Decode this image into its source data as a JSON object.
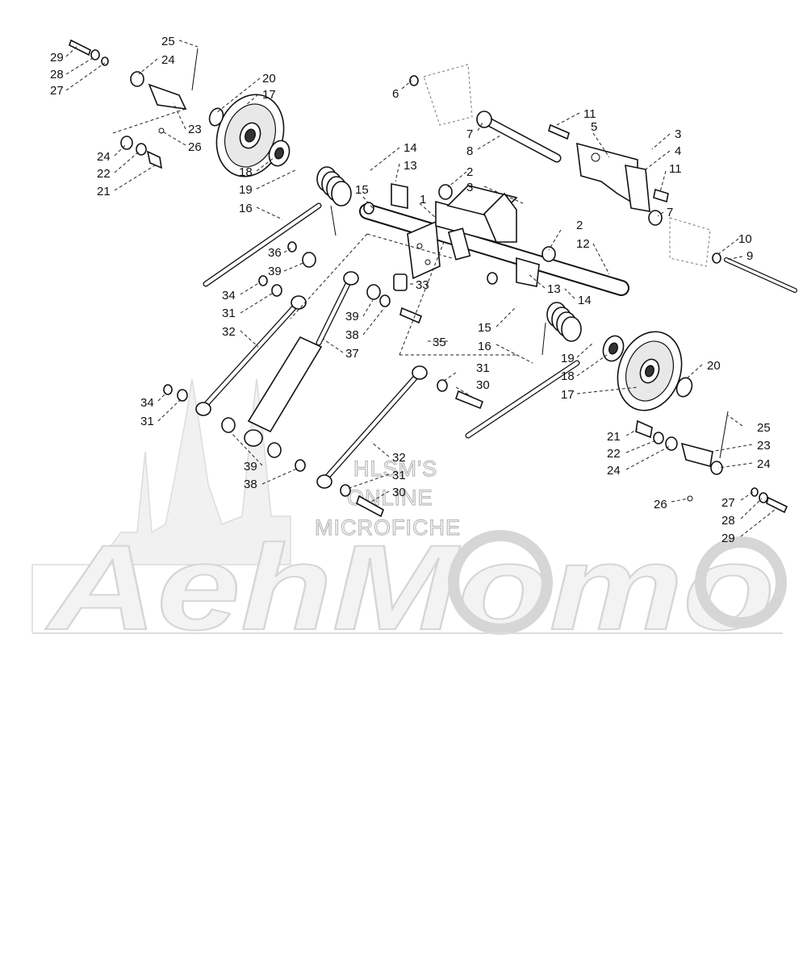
{
  "diagram": {
    "callouts": [
      {
        "id": "c29a",
        "text": "29"
      },
      {
        "id": "c28a",
        "text": "28"
      },
      {
        "id": "c27a",
        "text": "27"
      },
      {
        "id": "c25a",
        "text": "25"
      },
      {
        "id": "c24a",
        "text": "24"
      },
      {
        "id": "c20a",
        "text": "20"
      },
      {
        "id": "c17a",
        "text": "17"
      },
      {
        "id": "c23a",
        "text": "23"
      },
      {
        "id": "c26a",
        "text": "26"
      },
      {
        "id": "c24b",
        "text": "24"
      },
      {
        "id": "c22a",
        "text": "22"
      },
      {
        "id": "c21a",
        "text": "21"
      },
      {
        "id": "c18a",
        "text": "18"
      },
      {
        "id": "c19a",
        "text": "19"
      },
      {
        "id": "c16a",
        "text": "16"
      },
      {
        "id": "c15a",
        "text": "15"
      },
      {
        "id": "c14a",
        "text": "14"
      },
      {
        "id": "c13a",
        "text": "13"
      },
      {
        "id": "c1",
        "text": "1"
      },
      {
        "id": "c2a",
        "text": "2"
      },
      {
        "id": "c3a",
        "text": "3"
      },
      {
        "id": "c6",
        "text": "6"
      },
      {
        "id": "c7a",
        "text": "7"
      },
      {
        "id": "c8",
        "text": "8"
      },
      {
        "id": "c11a",
        "text": "11"
      },
      {
        "id": "c5",
        "text": "5"
      },
      {
        "id": "c3b",
        "text": "3"
      },
      {
        "id": "c4",
        "text": "4"
      },
      {
        "id": "c11b",
        "text": "11"
      },
      {
        "id": "c7b",
        "text": "7"
      },
      {
        "id": "c2b",
        "text": "2"
      },
      {
        "id": "c12",
        "text": "12"
      },
      {
        "id": "c10",
        "text": "10"
      },
      {
        "id": "c9",
        "text": "9"
      },
      {
        "id": "c36",
        "text": "36"
      },
      {
        "id": "c39a",
        "text": "39"
      },
      {
        "id": "c34a",
        "text": "34"
      },
      {
        "id": "c31a",
        "text": "31"
      },
      {
        "id": "c32a",
        "text": "32"
      },
      {
        "id": "c33",
        "text": "33"
      },
      {
        "id": "c39b",
        "text": "39"
      },
      {
        "id": "c38a",
        "text": "38"
      },
      {
        "id": "c37",
        "text": "37"
      },
      {
        "id": "c35",
        "text": "35"
      },
      {
        "id": "c13b",
        "text": "13"
      },
      {
        "id": "c14b",
        "text": "14"
      },
      {
        "id": "c15b",
        "text": "15"
      },
      {
        "id": "c16b",
        "text": "16"
      },
      {
        "id": "c19b",
        "text": "19"
      },
      {
        "id": "c18b",
        "text": "18"
      },
      {
        "id": "c17b",
        "text": "17"
      },
      {
        "id": "c20b",
        "text": "20"
      },
      {
        "id": "c31b",
        "text": "31"
      },
      {
        "id": "c30a",
        "text": "30"
      },
      {
        "id": "c34b",
        "text": "34"
      },
      {
        "id": "c31c",
        "text": "31"
      },
      {
        "id": "c25b",
        "text": "25"
      },
      {
        "id": "c21b",
        "text": "21"
      },
      {
        "id": "c22b",
        "text": "22"
      },
      {
        "id": "c23b",
        "text": "23"
      },
      {
        "id": "c24c",
        "text": "24"
      },
      {
        "id": "c24d",
        "text": "24"
      },
      {
        "id": "c39c",
        "text": "39"
      },
      {
        "id": "c38b",
        "text": "38"
      },
      {
        "id": "c32b",
        "text": "32"
      },
      {
        "id": "c31d",
        "text": "31"
      },
      {
        "id": "c30b",
        "text": "30"
      },
      {
        "id": "c26b",
        "text": "26"
      },
      {
        "id": "c27b",
        "text": "27"
      },
      {
        "id": "c28b",
        "text": "28"
      },
      {
        "id": "c29b",
        "text": "29"
      }
    ]
  },
  "watermark": {
    "line1": "HLSM'S",
    "line2": "ONLINE",
    "line3": "MICROFICHE",
    "logo": "AehMomo"
  }
}
